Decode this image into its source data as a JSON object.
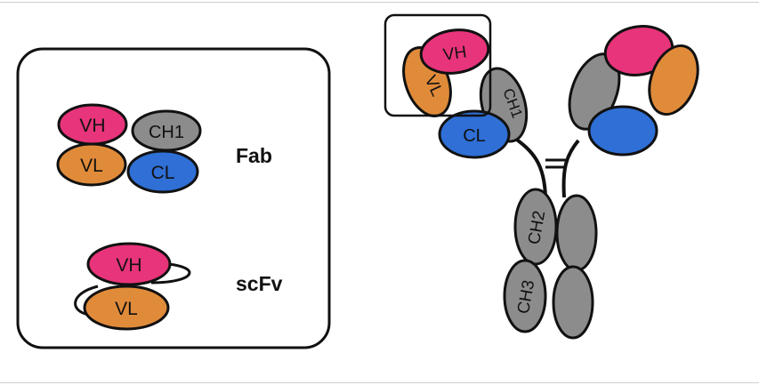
{
  "colors": {
    "vh": "#e8347a",
    "vl": "#e08b3a",
    "cl": "#2f6fd6",
    "constant": "#8c8c8c",
    "outline": "#111111"
  },
  "fragments": {
    "fab": {
      "title": "Fab",
      "vh": "VH",
      "ch1": "CH1",
      "vl": "VL",
      "cl": "CL"
    },
    "scfv": {
      "title": "scFv",
      "vh": "VH",
      "vl": "VL"
    }
  },
  "antibody": {
    "vh": "VH",
    "vl": "VL",
    "ch1": "CH1",
    "cl": "CL",
    "ch2": "CH2",
    "ch3": "CH3"
  }
}
